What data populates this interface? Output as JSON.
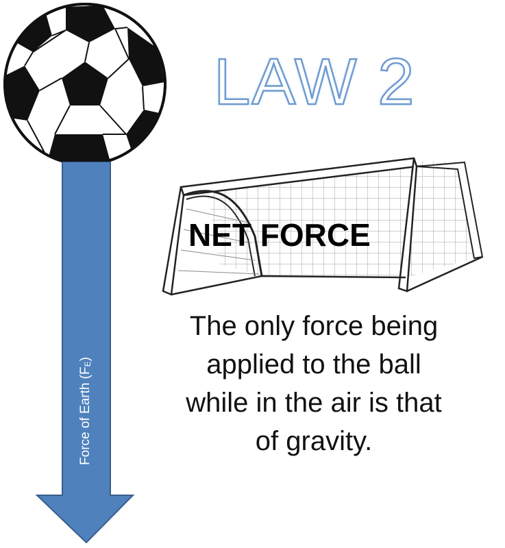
{
  "title": "LAW 2",
  "heading": "NET FORCE",
  "description": "The only force being applied to the ball while in the air is that of gravity.",
  "arrow_label": {
    "text": "Force of Earth (F",
    "subscript": "E",
    "close": ")"
  },
  "colors": {
    "arrow_fill": "#4f81bd",
    "arrow_stroke": "#385d8a",
    "title_outline": "#6e9bd0",
    "ball_patch": "#111111"
  },
  "icons": {
    "ball": "soccer-ball-icon",
    "goal": "soccer-goal-icon",
    "arrow": "down-arrow"
  }
}
